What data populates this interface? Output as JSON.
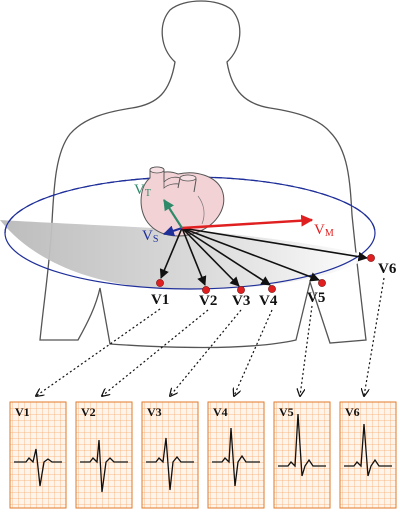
{
  "figure": {
    "vectors": [
      {
        "id": "vt",
        "symbol": "V",
        "subscript": "T",
        "color": "#2f8a6a"
      },
      {
        "id": "vs",
        "symbol": "V",
        "subscript": "S",
        "color": "#1f2f9a"
      },
      {
        "id": "vm",
        "symbol": "V",
        "subscript": "M",
        "color": "#e02020"
      }
    ],
    "leads": [
      "V1",
      "V2",
      "V3",
      "V4",
      "V5",
      "V6"
    ],
    "ecg_strips": [
      {
        "label": "V1"
      },
      {
        "label": "V2"
      },
      {
        "label": "V3"
      },
      {
        "label": "V4"
      },
      {
        "label": "V5"
      },
      {
        "label": "V6"
      }
    ],
    "colors": {
      "grid": "#f08a3c",
      "lead_dot": "#e02020",
      "plane_edge": "#1f2f9a",
      "heart": "#f3d2d6"
    }
  }
}
